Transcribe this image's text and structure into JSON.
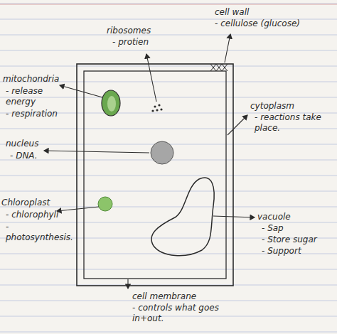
{
  "diagram": {
    "labels": [
      "ribosomes",
      "- protien",
      "cell wall",
      "- cellulose (glucose)",
      "mitochondria",
      "- release energy",
      "- respiration",
      "nucleus",
      "- DNA.",
      "cytoplasm",
      "- reactions take place.",
      "Chloroplast",
      "- chlorophyll",
      "- photosynthesis.",
      "vacuole",
      "- Sap",
      "- Store sugar",
      "- Support",
      "cell membrane",
      "- controls what goes in+out."
    ]
  }
}
